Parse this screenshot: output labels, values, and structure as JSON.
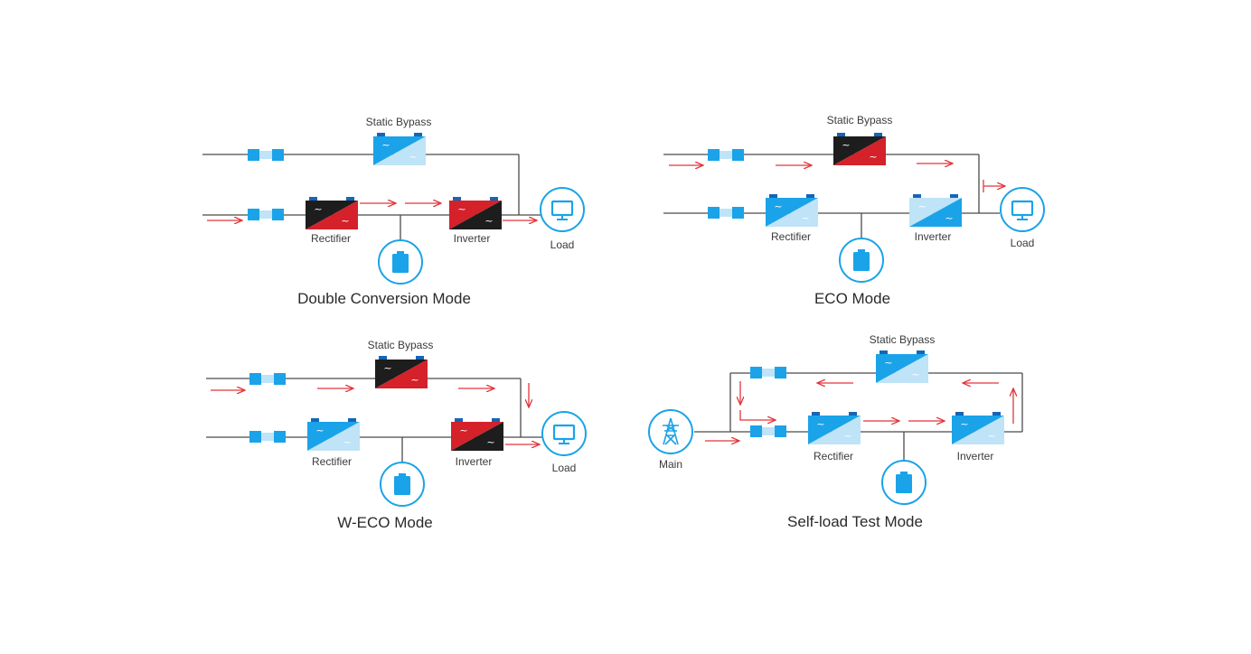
{
  "colors": {
    "line": "#4a4a4a",
    "arrow": "#e3343a",
    "blue": "#1aa3e8",
    "blue_light": "#bfe3f7",
    "blue_dark": "#1565b8",
    "black": "#1d1d1d",
    "red": "#d4212a",
    "circle_stroke": "#1aa3e8"
  },
  "labels": {
    "static_bypass": "Static Bypass",
    "rectifier": "Rectifier",
    "inverter": "Inverter",
    "load": "Load",
    "main": "Main"
  },
  "panels": [
    {
      "id": "double-conversion",
      "title": "Double Conversion Mode",
      "bypass_state": "idle",
      "rectifier_state": "active",
      "inverter_state": "active"
    },
    {
      "id": "eco",
      "title": "ECO Mode",
      "bypass_state": "active",
      "rectifier_state": "idle",
      "inverter_state": "idle"
    },
    {
      "id": "w-eco",
      "title": "W-ECO Mode",
      "bypass_state": "active",
      "rectifier_state": "idle",
      "inverter_state": "active"
    },
    {
      "id": "self-load-test",
      "title": "Self-load Test Mode",
      "bypass_state": "idle",
      "rectifier_state": "idle",
      "inverter_state": "idle"
    }
  ],
  "icons": {
    "load": "monitor-icon",
    "battery": "battery-icon",
    "main": "power-tower-icon",
    "breaker": "breaker-icon",
    "converter": "converter-icon"
  }
}
